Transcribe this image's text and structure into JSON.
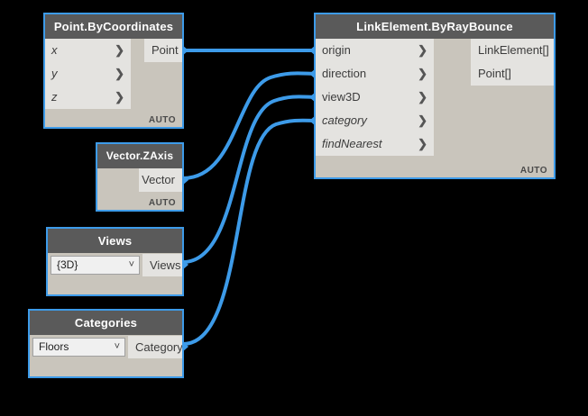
{
  "canvas": {
    "background": "#000000",
    "wire_color": "#3d9be9",
    "node_border": "#3d9be9",
    "header_bg": "#5a5a5a",
    "body_bg": "#c9c5bc",
    "port_bg": "#e4e3e0"
  },
  "nodes": [
    {
      "id": "point-bycoordinates",
      "title": "Point.ByCoordinates",
      "inputs": [
        {
          "label": "x",
          "optional": true,
          "chevron": "❯"
        },
        {
          "label": "y",
          "optional": true,
          "chevron": "❯"
        },
        {
          "label": "z",
          "optional": true,
          "chevron": "❯"
        }
      ],
      "outputs": [
        {
          "label": "Point"
        }
      ],
      "footer": "AUTO"
    },
    {
      "id": "vector-zaxis",
      "title": "Vector.ZAxis",
      "inputs": [],
      "outputs": [
        {
          "label": "Vector"
        }
      ],
      "footer": "AUTO"
    },
    {
      "id": "views",
      "title": "Views",
      "dropdown": {
        "value": "{3D}",
        "arrow": "˅"
      },
      "outputs": [
        {
          "label": "Views"
        }
      ],
      "footer": ""
    },
    {
      "id": "categories",
      "title": "Categories",
      "dropdown": {
        "value": "Floors",
        "arrow": "˅"
      },
      "outputs": [
        {
          "label": "Category"
        }
      ],
      "footer": ""
    },
    {
      "id": "linkelement-byraybounce",
      "title": "LinkElement.ByRayBounce",
      "inputs": [
        {
          "label": "origin",
          "optional": false,
          "chevron": "❯"
        },
        {
          "label": "direction",
          "optional": false,
          "chevron": "❯"
        },
        {
          "label": "view3D",
          "optional": false,
          "chevron": "❯"
        },
        {
          "label": "category",
          "optional": true,
          "chevron": "❯"
        },
        {
          "label": "findNearest",
          "optional": true,
          "chevron": "❯"
        }
      ],
      "outputs": [
        {
          "label": "LinkElement[]"
        },
        {
          "label": "Point[]"
        }
      ],
      "footer": "AUTO"
    }
  ],
  "connections": [
    {
      "from": "point-bycoordinates.Point",
      "to": "linkelement-byraybounce.origin"
    },
    {
      "from": "vector-zaxis.Vector",
      "to": "linkelement-byraybounce.direction"
    },
    {
      "from": "views.Views",
      "to": "linkelement-byraybounce.view3D"
    },
    {
      "from": "categories.Category",
      "to": "linkelement-byraybounce.category"
    }
  ]
}
